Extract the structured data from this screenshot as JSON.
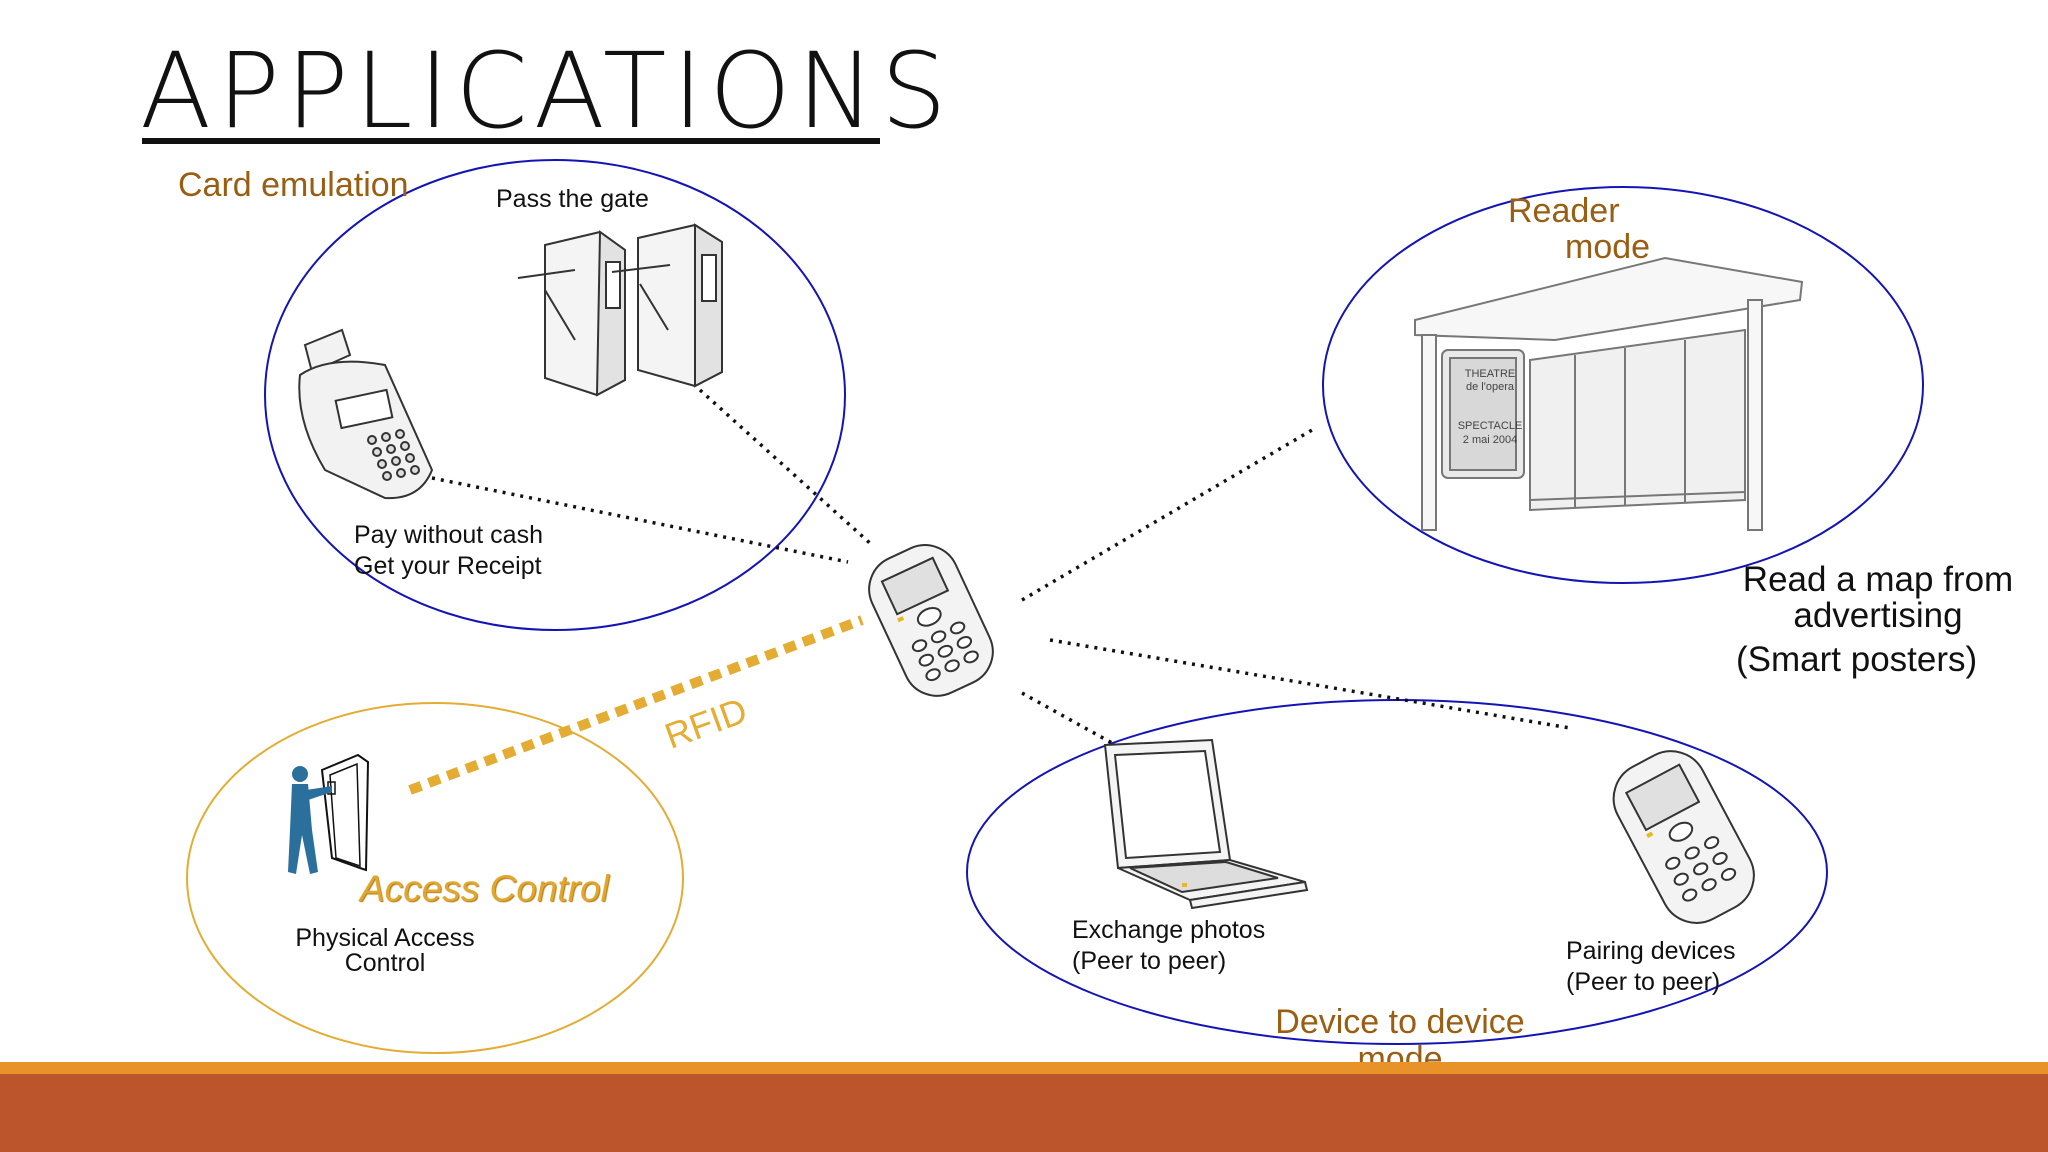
{
  "title": "APPLICATIONS",
  "labels": {
    "card_emulation": "Card emulation",
    "pass_gate": "Pass the gate",
    "pay_line1": "Pay without cash",
    "pay_line2": "Get your Receipt",
    "reader_line1": "Reader",
    "reader_line2": "mode",
    "read_map_line1": "Read a map from",
    "read_map_line2": "advertising",
    "read_map_line3": "(Smart posters)",
    "rfid": "RFID",
    "access_control": "Access Control",
    "physical_line1": "Physical Access",
    "physical_line2": "Control",
    "exchange_line1": "Exchange photos",
    "exchange_line2": "(Peer to peer)",
    "pairing_line1": "Pairing devices",
    "pairing_line2": "(Peer to peer)",
    "d2d_line1": "Device to device",
    "d2d_line2": "mode"
  },
  "poster": {
    "line1": "THEATRE",
    "line2": "de l'opera",
    "line3": "SPECTACLE",
    "line4": "2 mai 2004"
  },
  "colors": {
    "ellipse_blue": "#1414b4",
    "ellipse_gold": "#e4ac32",
    "category_text": "#9a5e12",
    "footer_bar": "#bc552b",
    "footer_accent": "#e7932a"
  }
}
